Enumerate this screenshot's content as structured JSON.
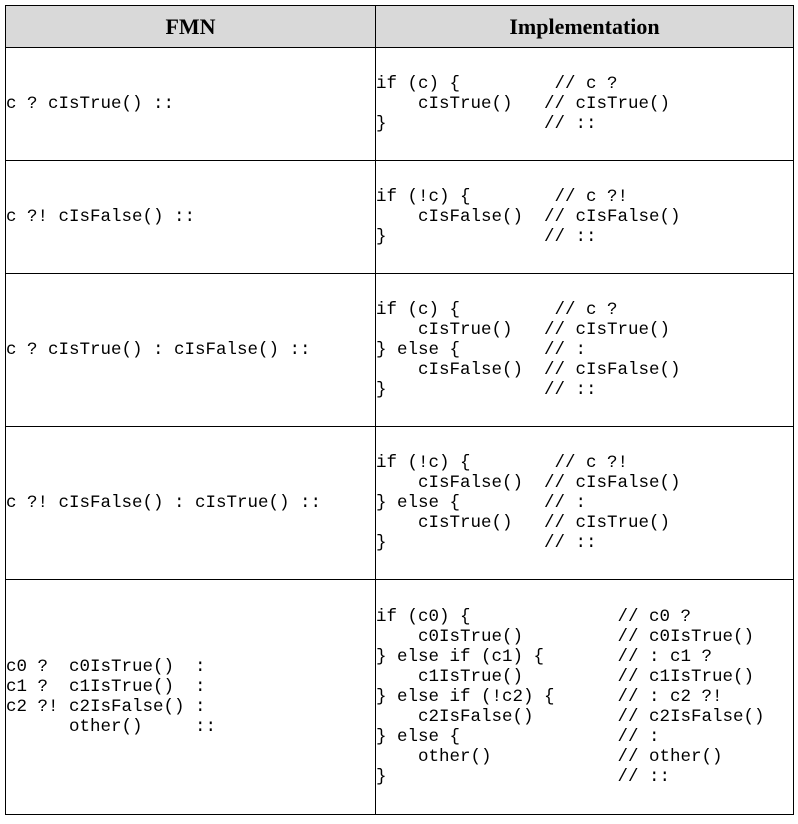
{
  "table": {
    "headers": {
      "fmn": "FMN",
      "implementation": "Implementation"
    },
    "rows": [
      {
        "fmn": "c ? cIsTrue() ::",
        "implementation": "if (c) {         // c ?\n    cIsTrue()   // cIsTrue()\n}               // ::"
      },
      {
        "fmn": "c ?! cIsFalse() ::",
        "implementation": "if (!c) {        // c ?!\n    cIsFalse()  // cIsFalse()\n}               // ::"
      },
      {
        "fmn": "c ? cIsTrue() : cIsFalse() ::",
        "implementation": "if (c) {         // c ?\n    cIsTrue()   // cIsTrue()\n} else {        // :\n    cIsFalse()  // cIsFalse()\n}               // ::"
      },
      {
        "fmn": "c ?! cIsFalse() : cIsTrue() ::",
        "implementation": "if (!c) {        // c ?!\n    cIsFalse()  // cIsFalse()\n} else {        // :\n    cIsTrue()   // cIsTrue()\n}               // ::"
      },
      {
        "fmn": "c0 ?  c0IsTrue()  :\nc1 ?  c1IsTrue()  :\nc2 ?! c2IsFalse() :\n      other()     ::",
        "implementation": "if (c0) {              // c0 ?\n    c0IsTrue()         // c0IsTrue()\n} else if (c1) {       // : c1 ?\n    c1IsTrue()         // c1IsTrue()\n} else if (!c2) {      // : c2 ?!\n    c2IsFalse()        // c2IsFalse()\n} else {               // :\n    other()            // other()\n}                      // ::"
      }
    ]
  }
}
